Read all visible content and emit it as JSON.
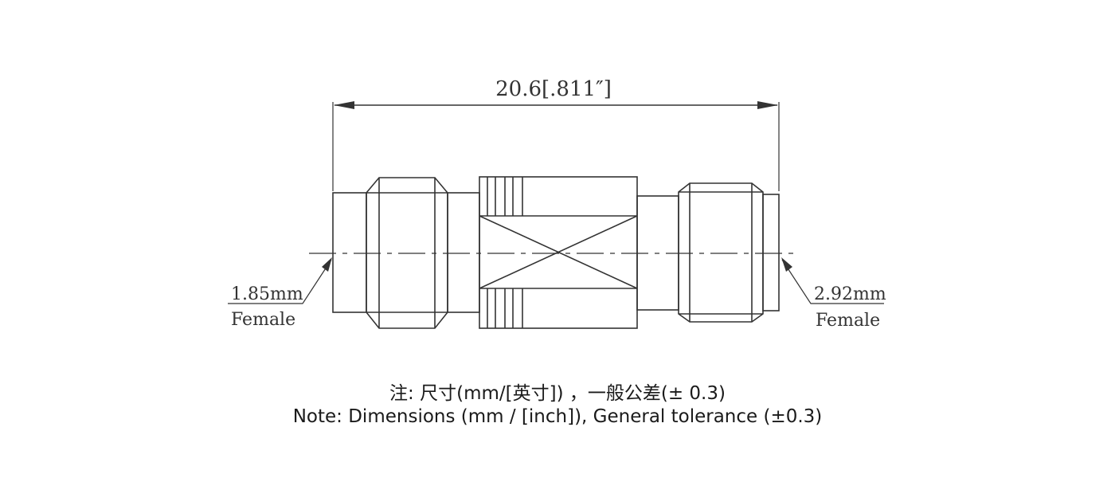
{
  "drawing": {
    "overall_length": "20.6[.811″]",
    "left_callout": {
      "size": "1.85mm",
      "gender": "Female"
    },
    "right_callout": {
      "size": "2.92mm",
      "gender": "Female"
    },
    "line_color": "#333333"
  },
  "notes": {
    "chinese": "注: 尺寸(mm/[英寸]) ，一般公差(± 0.3)",
    "english": "Note: Dimensions (mm / [inch]), General tolerance (±0.3)"
  }
}
